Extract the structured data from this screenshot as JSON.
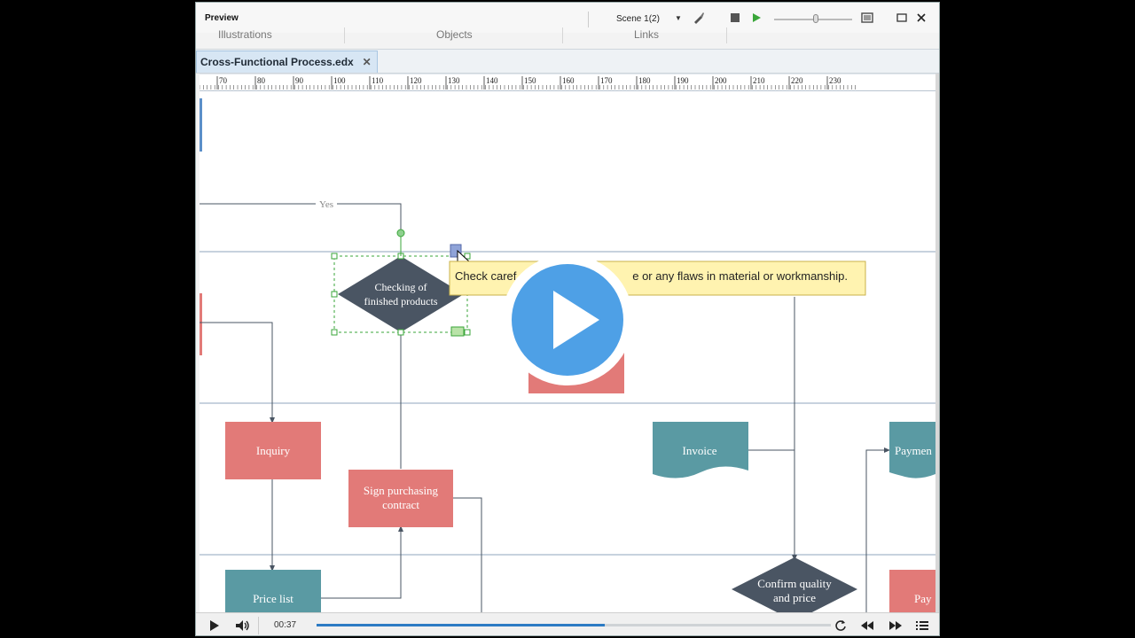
{
  "window": {
    "title": "Preview",
    "scene_label": "Scene 1(2)"
  },
  "ribbon": {
    "labels": [
      "Illustrations",
      "Objects",
      "Links"
    ]
  },
  "tab": {
    "label": "Cross-Functional Process.edx",
    "close": "✕"
  },
  "ruler": {
    "ticks": [
      "70",
      "80",
      "90",
      "100",
      "110",
      "120",
      "130",
      "140",
      "150",
      "160",
      "170",
      "180",
      "190",
      "200",
      "210",
      "220",
      "230"
    ]
  },
  "diagram": {
    "yes_label": "Yes",
    "tooltip_left": "Check caref",
    "tooltip_right": "e or any flaws in material or workmanship.",
    "decision_checking_line1": "Checking of",
    "decision_checking_line2": "finished products",
    "inquiry": "Inquiry",
    "sign_line1": "Sign purchasing",
    "sign_line2": "contract",
    "price_list": "Price list",
    "invoice": "Invoice",
    "payment_partial": "Paymen",
    "pay_partial": "Pay",
    "confirm_line1": "Confirm quality",
    "confirm_line2": "and price"
  },
  "player": {
    "time": "00:37",
    "progress_fraction": 0.56
  },
  "colors": {
    "decision": "#4a5563",
    "process_red": "#e27a78",
    "teal": "#5a9aa3",
    "tooltip_bg": "#fff3b0",
    "accent_blue": "#4ea0e6"
  }
}
